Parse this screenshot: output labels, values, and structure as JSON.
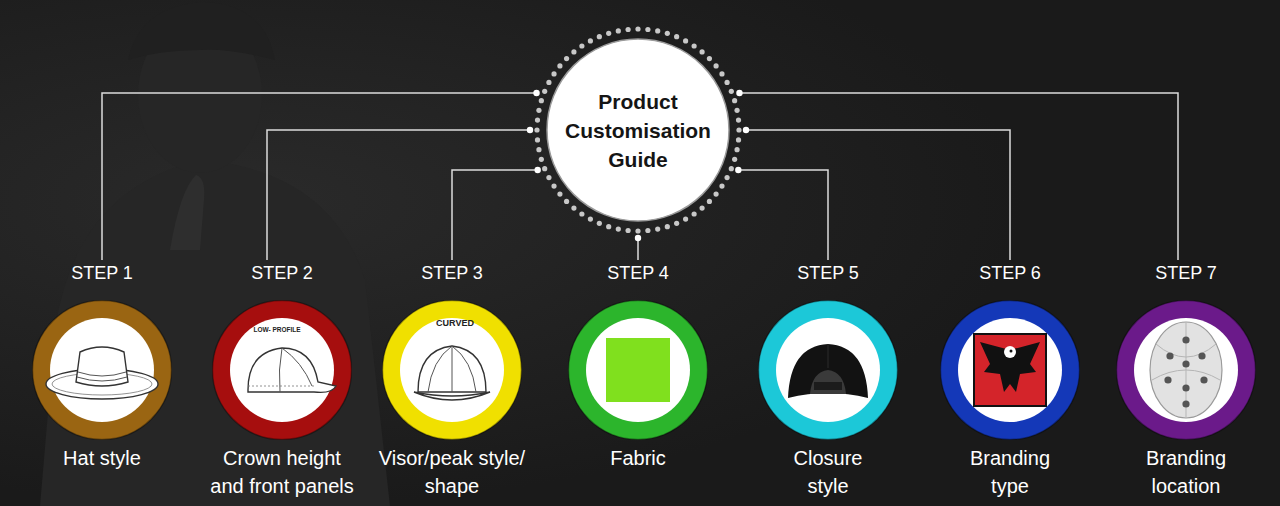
{
  "diagram": {
    "nodes": [
      {
        "text": [
          "Product Customisation Guide"
        ]
      },
      {
        "text": [
          "STEP 1",
          "Hat style"
        ]
      },
      {
        "text": [
          "STEP 2",
          "Crown height and front panels"
        ]
      },
      {
        "text": [
          "STEP 3",
          "Visor/peak style/ shape"
        ]
      },
      {
        "text": [
          "STEP 4",
          "Fabric"
        ]
      },
      {
        "text": [
          "STEP 5",
          "Closure style"
        ]
      },
      {
        "text": [
          "STEP 6",
          "Branding type"
        ]
      },
      {
        "text": [
          "STEP 7",
          "Branding location"
        ]
      }
    ],
    "edges": [
      {
        "from": 0,
        "to": 1,
        "arrow": "none"
      },
      {
        "from": 0,
        "to": 2,
        "arrow": "none"
      },
      {
        "from": 0,
        "to": 3,
        "arrow": "none"
      },
      {
        "from": 0,
        "to": 4,
        "arrow": "none"
      },
      {
        "from": 0,
        "to": 5,
        "arrow": "none"
      },
      {
        "from": 0,
        "to": 6,
        "arrow": "none"
      },
      {
        "from": 0,
        "to": 7,
        "arrow": "none"
      }
    ],
    "labels": [
      "LOW- PROFILE",
      "CURVED"
    ]
  }
}
